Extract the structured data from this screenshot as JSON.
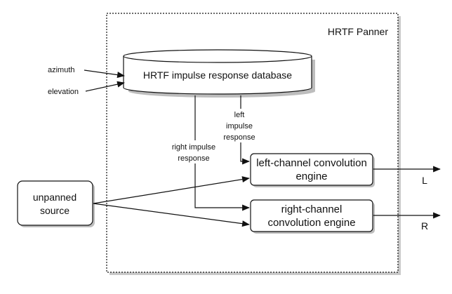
{
  "panner": {
    "title": "HRTF Panner"
  },
  "database": {
    "label": "HRTF impulse response database"
  },
  "inputs": {
    "azimuth": "azimuth",
    "elevation": "elevation"
  },
  "source": {
    "line1": "unpanned",
    "line2": "source"
  },
  "left_engine": {
    "line1": "left-channel convolution",
    "line2": "engine"
  },
  "right_engine": {
    "line1": "right-channel",
    "line2": "convolution engine"
  },
  "left_ir": {
    "line1": "left",
    "line2": "impulse",
    "line3": "response"
  },
  "right_ir": {
    "line1": "right impulse",
    "line2": "response"
  },
  "outputs": {
    "left": "L",
    "right": "R"
  },
  "colors": {
    "stroke": "#111111",
    "fill": "#ffffff",
    "shadow": "#b8b8b8"
  }
}
